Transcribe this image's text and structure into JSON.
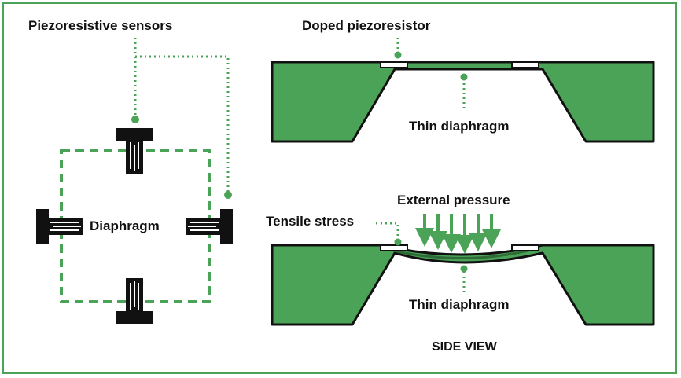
{
  "labels": {
    "piezoresistive_sensors": "Piezoresistive sensors",
    "diaphragm": "Diaphragm",
    "doped_piezoresistor": "Doped piezoresistor",
    "thin_diaphragm_top": "Thin diaphragm",
    "external_pressure": "External pressure",
    "tensile_stress": "Tensile stress",
    "thin_diaphragm_bottom": "Thin diaphragm",
    "side_view": "SIDE VIEW"
  },
  "colors": {
    "green": "#4aa356",
    "dark_green": "#2f6b37",
    "black": "#111111",
    "frame": "#4aa356",
    "resistor_fill": "#ffffff"
  }
}
